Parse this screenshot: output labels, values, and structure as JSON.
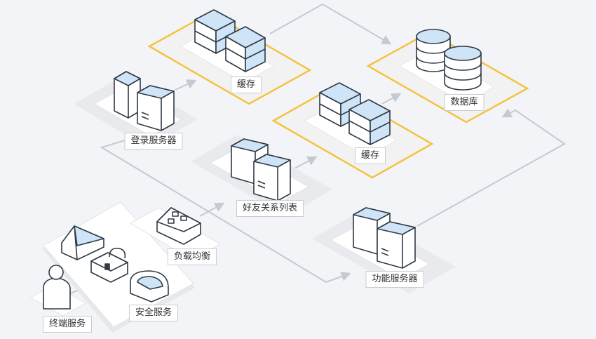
{
  "diagram": {
    "nodes": {
      "terminal": {
        "label": "终端服务",
        "icon": "user-icon"
      },
      "security": {
        "label": "安全服务",
        "icon": "lock-icon"
      },
      "load_balance": {
        "label": "负载均衡",
        "icon": "load-balancer-icon"
      },
      "login_server": {
        "label": "登录服务器",
        "icon": "server-icon"
      },
      "friend_list": {
        "label": "好友关系列表",
        "icon": "server-icon"
      },
      "cache_top": {
        "label": "缓存",
        "icon": "cache-icon"
      },
      "cache_mid": {
        "label": "缓存",
        "icon": "cache-icon"
      },
      "database": {
        "label": "数据库",
        "icon": "database-icon"
      },
      "function_server": {
        "label": "功能服务器",
        "icon": "server-icon"
      }
    },
    "colors": {
      "background": "#f3f4f7",
      "connector": "#c6c9cf",
      "highlight": "#f5c342",
      "icon_outline": "#2f3a46",
      "icon_fill": "#ffffff",
      "icon_accent": "#cfe4f7"
    }
  }
}
